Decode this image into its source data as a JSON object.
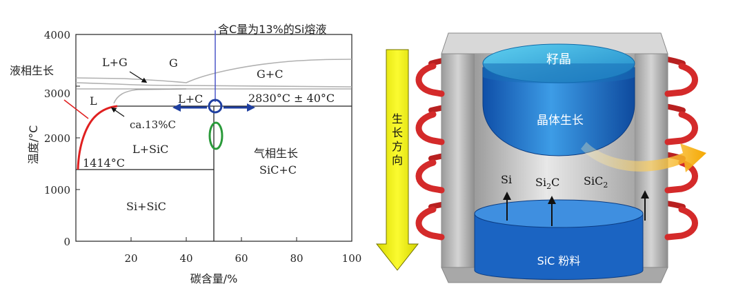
{
  "phase_diagram": {
    "x_axis": {
      "label": "碳含量/%",
      "ticks": [
        "20",
        "40",
        "60",
        "80",
        "100"
      ],
      "range": [
        0,
        100
      ]
    },
    "y_axis": {
      "label": "温度/°C",
      "ticks": [
        "0",
        "1000",
        "2000",
        "3000",
        "4000"
      ],
      "range": [
        0,
        4000
      ]
    },
    "top_annotation": "含C量为13%的Si熔液",
    "side_annotation": "液相生长",
    "regions": {
      "l_plus_g": "L+G",
      "g": "G",
      "g_plus_c": "G+C",
      "l": "L",
      "l_plus_c": "L+C",
      "l_plus_sic": "L+SiC",
      "vapor_growth": "气相生长",
      "sic_plus_c": "SiC+C",
      "si_plus_sic": "Si+SiC"
    },
    "labels": {
      "peritectic": "2830°C ± 40°C",
      "composition": "ca.13%C",
      "si_melting": "1414°C"
    },
    "values": {
      "si_melting_c": 1414,
      "peritectic_c": 2830,
      "peritectic_tolerance_c": 40,
      "sic_composition_pct": 50,
      "solution_c_pct": 13
    },
    "colors": {
      "liquidus": "#e02020",
      "arrow": "#1f3fa0",
      "solution_marker": "#2a9a3a",
      "lines": "#222222",
      "gas_boundary": "#b8b8b8"
    }
  },
  "furnace": {
    "direction_label": "生长方向",
    "seed_label": "籽晶",
    "crystal_label": "晶体生长",
    "species": [
      "Si",
      "Si2C",
      "SiC2"
    ],
    "powder_label": "SiC 粉料",
    "colors": {
      "coil": "#d42a2a",
      "crystal": "#1d6fcc",
      "wall": "#b9b9b9",
      "arrow_yellow": "#f2f20a",
      "flow_arrow": "#f5a800"
    }
  }
}
